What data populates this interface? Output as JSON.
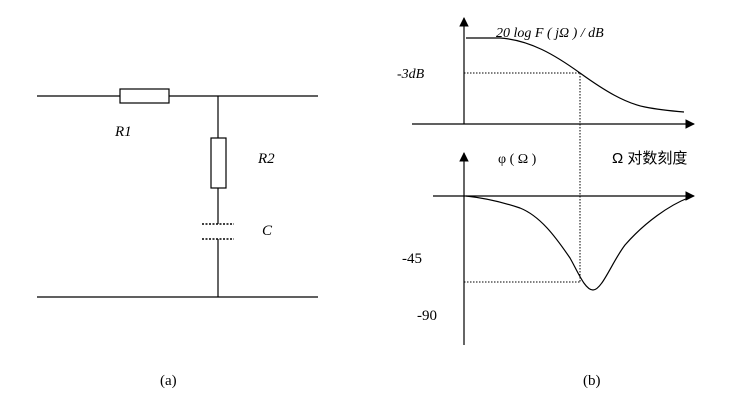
{
  "circuit": {
    "r1_label": "R1",
    "r2_label": "R2",
    "c_label": "C",
    "caption": "(a)"
  },
  "plots": {
    "magnitude_label": "20 log F ( jΩ ) / dB",
    "minus3db_label": "-3dB",
    "phase_label": "φ ( Ω )",
    "axis_note": "Ω 对数刻度",
    "tick_minus45": "-45",
    "tick_minus90": "-90",
    "caption": "(b)"
  }
}
